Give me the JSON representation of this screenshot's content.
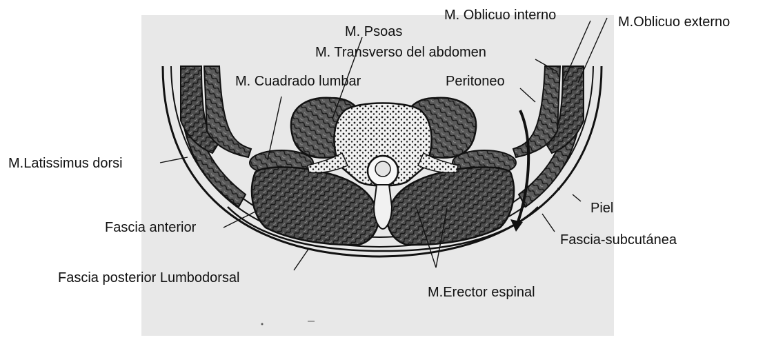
{
  "labels": {
    "psoas": "M. Psoas",
    "transverso": "M. Transverso del abdomen",
    "cuadrado": "M. Cuadrado lumbar",
    "peritoneo": "Peritoneo",
    "oblicuo_interno": "M. Oblicuo interno",
    "oblicuo_externo": "M.Oblicuo externo",
    "latissimus": "M.Latissimus dorsi",
    "fascia_anterior": "Fascia anterior",
    "fascia_posterior": "Fascia posterior Lumbodorsal",
    "erector": "M.Erector espinal",
    "piel": "Piel",
    "fascia_subcutanea": "Fascia-subcutánea"
  },
  "colors": {
    "panel": "#e8e8e8",
    "muscle": "#3a3a3a",
    "outline": "#111111",
    "skin_band": "#f4f4f4"
  }
}
